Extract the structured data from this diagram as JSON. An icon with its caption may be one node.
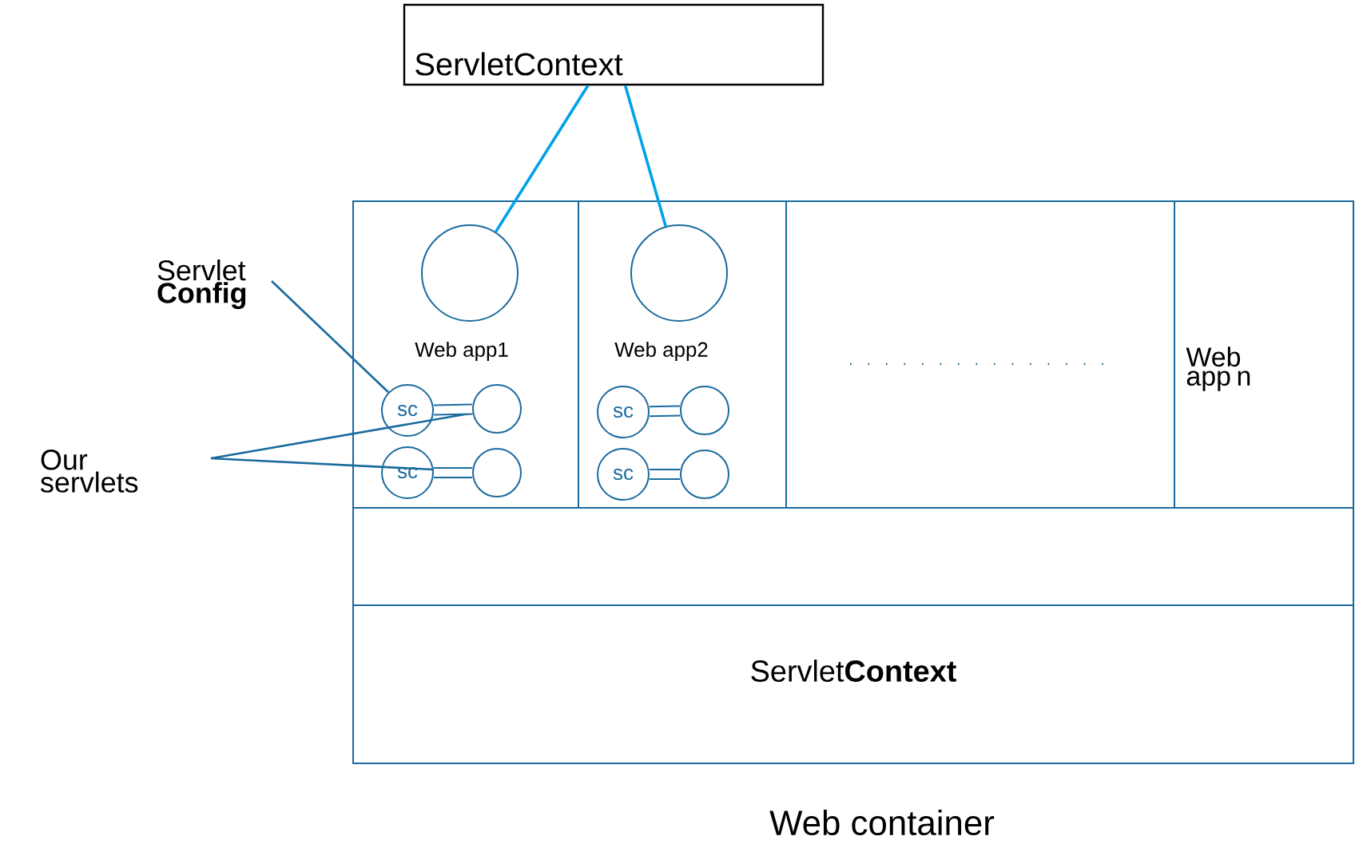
{
  "diagram": {
    "nodes": [
      {
        "text": [
          "ServletContext"
        ]
      },
      {
        "text": [
          "Web container"
        ]
      },
      {
        "text": [
          "Web app1"
        ],
        "in": 1
      },
      {
        "text": [
          "Web app2"
        ],
        "in": 1
      },
      {
        "text": [],
        "shape": "box",
        "in": 1
      },
      {
        "text": [
          "Web app n"
        ],
        "in": 1
      },
      {
        "text": [],
        "shape": "box",
        "in": 1
      },
      {
        "text": [
          "Servlet**Context**"
        ],
        "in": 1
      },
      {
        "text": [],
        "shape": "circle",
        "in": 2
      },
      {
        "text": [],
        "shape": "circle",
        "in": 3
      },
      {
        "text": [
          "Servlet **Config**"
        ]
      },
      {
        "text": [
          "Our servlets"
        ]
      },
      {
        "text": [
          "sc"
        ],
        "in": 2
      },
      {
        "text": [],
        "shape": "circle",
        "in": 2
      },
      {
        "text": [
          "sc"
        ],
        "in": 2
      },
      {
        "text": [],
        "shape": "circle",
        "in": 2
      },
      {
        "text": [
          "sc"
        ],
        "in": 3
      },
      {
        "text": [],
        "shape": "circle",
        "in": 3
      },
      {
        "text": [
          "sc"
        ],
        "in": 3
      },
      {
        "text": [],
        "shape": "circle",
        "in": 3
      }
    ],
    "edges": [
      {
        "from": 0,
        "to": 8,
        "arrow": "none",
        "color": "#00a2e8"
      },
      {
        "from": 0,
        "to": 9,
        "arrow": "none",
        "color": "#00a2e8"
      },
      {
        "from": 10,
        "to": 12,
        "arrow": "none"
      },
      {
        "from": 11,
        "to": 13,
        "arrow": "none"
      },
      {
        "from": 11,
        "to": 15,
        "arrow": "none"
      },
      {
        "from": 12,
        "to": 13,
        "arrow": "none",
        "style": "thick"
      },
      {
        "from": 14,
        "to": 15,
        "arrow": "none",
        "style": "thick"
      },
      {
        "from": 16,
        "to": 17,
        "arrow": "none",
        "style": "thick"
      },
      {
        "from": 18,
        "to": 19,
        "arrow": "none",
        "style": "thick"
      }
    ]
  }
}
